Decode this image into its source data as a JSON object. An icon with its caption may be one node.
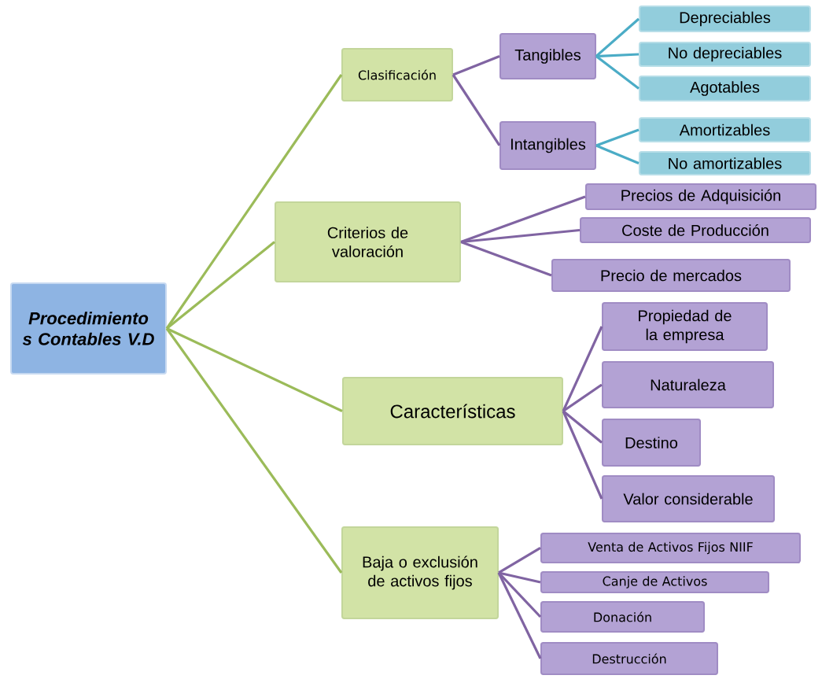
{
  "diagram": {
    "nodes": [
      {
        "text": [
          "Procedimiento s Contables V.D"
        ]
      },
      {
        "text": [
          "Clasificación"
        ]
      },
      {
        "text": [
          "Tangibles"
        ]
      },
      {
        "text": [
          "Depreciables"
        ]
      },
      {
        "text": [
          "No depreciables"
        ]
      },
      {
        "text": [
          "Agotables"
        ]
      },
      {
        "text": [
          "Intangibles"
        ]
      },
      {
        "text": [
          "Amortizables"
        ]
      },
      {
        "text": [
          "No amortizables"
        ]
      },
      {
        "text": [
          "Criterios de valoración"
        ]
      },
      {
        "text": [
          "Precios de Adquisición"
        ]
      },
      {
        "text": [
          "Coste de Producción"
        ]
      },
      {
        "text": [
          "Precio de mercados"
        ]
      },
      {
        "text": [
          "Características"
        ]
      },
      {
        "text": [
          "Propiedad de la empresa"
        ]
      },
      {
        "text": [
          "Naturaleza"
        ]
      },
      {
        "text": [
          "Destino"
        ]
      },
      {
        "text": [
          "Valor considerable"
        ]
      },
      {
        "text": [
          "Baja o exclusión de activos fijos"
        ]
      },
      {
        "text": [
          "Venta de Activos Fijos NIIF"
        ]
      },
      {
        "text": [
          "Canje de Activos"
        ]
      },
      {
        "text": [
          "Donación"
        ]
      },
      {
        "text": [
          "Destrucción"
        ]
      }
    ],
    "edges": [
      {
        "from": 0,
        "to": 1,
        "arrow": "none",
        "color": "#9bbb59"
      },
      {
        "from": 0,
        "to": 9,
        "arrow": "none",
        "color": "#9bbb59"
      },
      {
        "from": 0,
        "to": 13,
        "arrow": "none",
        "color": "#9bbb59"
      },
      {
        "from": 0,
        "to": 18,
        "arrow": "none",
        "color": "#9bbb59"
      },
      {
        "from": 1,
        "to": 2,
        "arrow": "none"
      },
      {
        "from": 1,
        "to": 6,
        "arrow": "none"
      },
      {
        "from": 2,
        "to": 3,
        "arrow": "none",
        "color": "#4bacc6"
      },
      {
        "from": 2,
        "to": 4,
        "arrow": "none",
        "color": "#4bacc6"
      },
      {
        "from": 2,
        "to": 5,
        "arrow": "none",
        "color": "#4bacc6"
      },
      {
        "from": 6,
        "to": 7,
        "arrow": "none",
        "color": "#4bacc6"
      },
      {
        "from": 6,
        "to": 8,
        "arrow": "none",
        "color": "#4bacc6"
      },
      {
        "from": 9,
        "to": 10,
        "arrow": "none"
      },
      {
        "from": 9,
        "to": 11,
        "arrow": "none"
      },
      {
        "from": 9,
        "to": 12,
        "arrow": "none"
      },
      {
        "from": 13,
        "to": 14,
        "arrow": "none"
      },
      {
        "from": 13,
        "to": 15,
        "arrow": "none"
      },
      {
        "from": 13,
        "to": 16,
        "arrow": "none"
      },
      {
        "from": 13,
        "to": 17,
        "arrow": "none"
      },
      {
        "from": 18,
        "to": 19,
        "arrow": "none"
      },
      {
        "from": 18,
        "to": 20,
        "arrow": "none"
      },
      {
        "from": 18,
        "to": 21,
        "arrow": "none"
      },
      {
        "from": 18,
        "to": 22,
        "arrow": "none"
      }
    ]
  }
}
